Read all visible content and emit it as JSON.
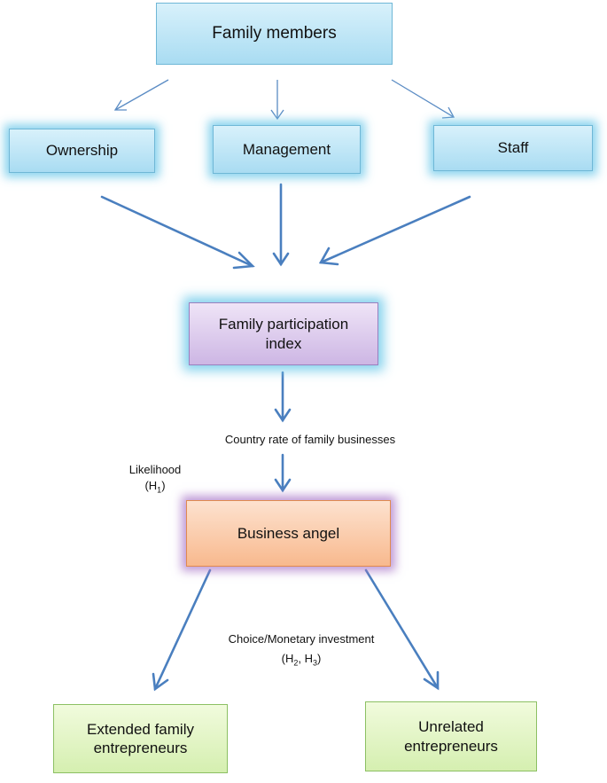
{
  "boxes": {
    "family_members": "Family members",
    "ownership": "Ownership",
    "management": "Management",
    "staff": "Staff",
    "family_participation_index": [
      "Family participation",
      "index"
    ],
    "business_angel": "Business angel",
    "extended_family": [
      "Extended family",
      "entrepreneurs"
    ],
    "unrelated": [
      "Unrelated",
      "entrepreneurs"
    ]
  },
  "labels": {
    "country_rate": "Country rate of family businesses",
    "likelihood": "Likelihood",
    "h1": {
      "letter": "(H",
      "sub": "1",
      "end": ")"
    },
    "choice": "Choice/Monetary investment",
    "h2h3": {
      "p1": "(H",
      "s1": "2",
      "p2": ", H",
      "s2": "3",
      "end": ")"
    }
  },
  "colors": {
    "arrow_thick": "#4a7fbf",
    "arrow_thin": "#5b8cc4",
    "box_blue": "#bfe6f6",
    "box_purple": "#ddcdef",
    "box_orange": "#fbcaa5",
    "box_green": "#e2f5c5"
  }
}
